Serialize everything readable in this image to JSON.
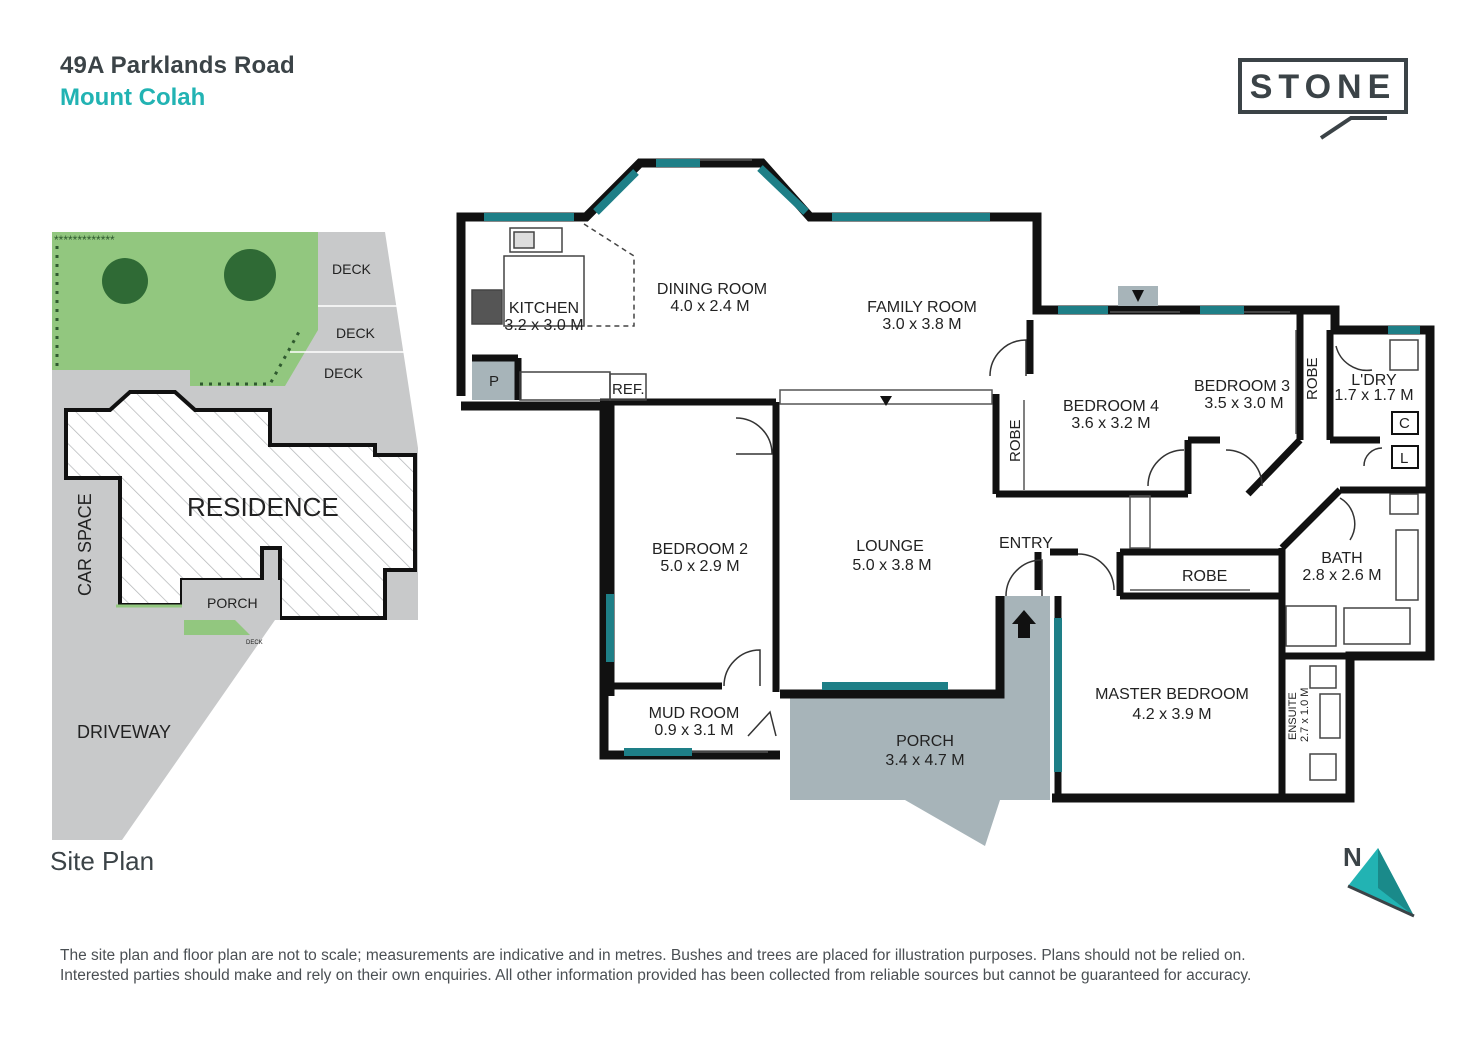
{
  "header": {
    "address": "49A Parklands Road",
    "suburb": "Mount Colah",
    "logo": "STONE"
  },
  "site_plan": {
    "title": "Site Plan",
    "labels": {
      "deck1": "DECK",
      "deck2": "DECK",
      "deck3": "DECK",
      "residence": "RESIDENCE",
      "car_space": "CAR SPACE",
      "porch": "PORCH",
      "driveway": "DRIVEWAY",
      "small_deck": "DECK"
    }
  },
  "floor_plan": {
    "rooms": {
      "kitchen": {
        "name": "KITCHEN",
        "dim": "3.2 x 3.0 M"
      },
      "dining": {
        "name": "DINING ROOM",
        "dim": "4.0 x 2.4 M"
      },
      "family": {
        "name": "FAMILY ROOM",
        "dim": "3.0 x 3.8 M"
      },
      "bed4": {
        "name": "BEDROOM 4",
        "dim": "3.6 x 3.2 M"
      },
      "bed3": {
        "name": "BEDROOM 3",
        "dim": "3.5 x 3.0 M"
      },
      "laundry": {
        "name": "L'DRY",
        "dim": "1.7 x 1.7 M"
      },
      "bed2": {
        "name": "BEDROOM 2",
        "dim": "5.0 x 2.9 M"
      },
      "lounge": {
        "name": "LOUNGE",
        "dim": "5.0 x 3.8 M"
      },
      "bath": {
        "name": "BATH",
        "dim": "2.8 x 2.6 M"
      },
      "master": {
        "name": "MASTER BEDROOM",
        "dim": "4.2 x 3.9 M"
      },
      "mudroom": {
        "name": "MUD ROOM",
        "dim": "0.9 x 3.1 M"
      },
      "porch": {
        "name": "PORCH",
        "dim": "3.4 x 4.7 M"
      },
      "ensuite": {
        "name": "ENSUITE",
        "dim": "2.7 x 1.0 M"
      }
    },
    "labels": {
      "pantry": "P",
      "ref": "REF.",
      "robe_bed4": "ROBE",
      "robe_bed3": "ROBE",
      "robe_master": "ROBE",
      "entry": "ENTRY",
      "cupboard_c": "C",
      "cupboard_l": "L"
    }
  },
  "compass": {
    "label": "N"
  },
  "footer": {
    "disclaimer_line1": "The site plan and floor plan are not to scale; measurements are indicative and in metres. Bushes and trees are placed for illustration purposes. Plans should not be relied on.",
    "disclaimer_line2": "Interested parties should make and rely on their own enquiries. All other information provided has been collected from reliable sources but cannot be guaranteed for accuracy."
  },
  "colors": {
    "wall": "#111111",
    "window": "#1e7f87",
    "grass": "#92c77f",
    "ground": "#c8c9ca",
    "porch_fill": "#a7b4b9",
    "accent": "#22b3b3",
    "dark_text": "#3b4347"
  }
}
